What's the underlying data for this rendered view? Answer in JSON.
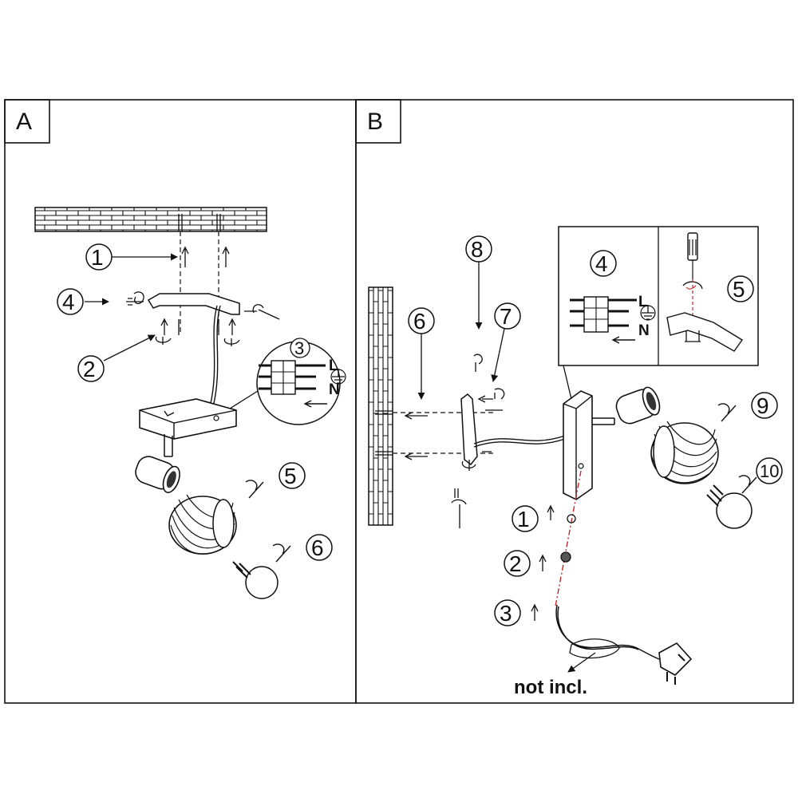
{
  "panels": {
    "a": {
      "title": "A",
      "step_labels": [
        "1",
        "2",
        "3",
        "4",
        "5",
        "6"
      ]
    },
    "b": {
      "title": "B",
      "step_labels": [
        "1",
        "2",
        "3",
        "4",
        "5",
        "6",
        "7",
        "8",
        "9",
        "10"
      ],
      "note": "not incl."
    }
  },
  "terminals": {
    "live": "L",
    "neutral": "N"
  },
  "icons": [
    "brick-wall-icon",
    "screw-icon",
    "arrow-icon",
    "terminal-block-icon",
    "earth-symbol-icon",
    "screwdriver-icon",
    "bulb-icon",
    "lamp-shade-icon",
    "plug-icon",
    "rotate-icon"
  ]
}
